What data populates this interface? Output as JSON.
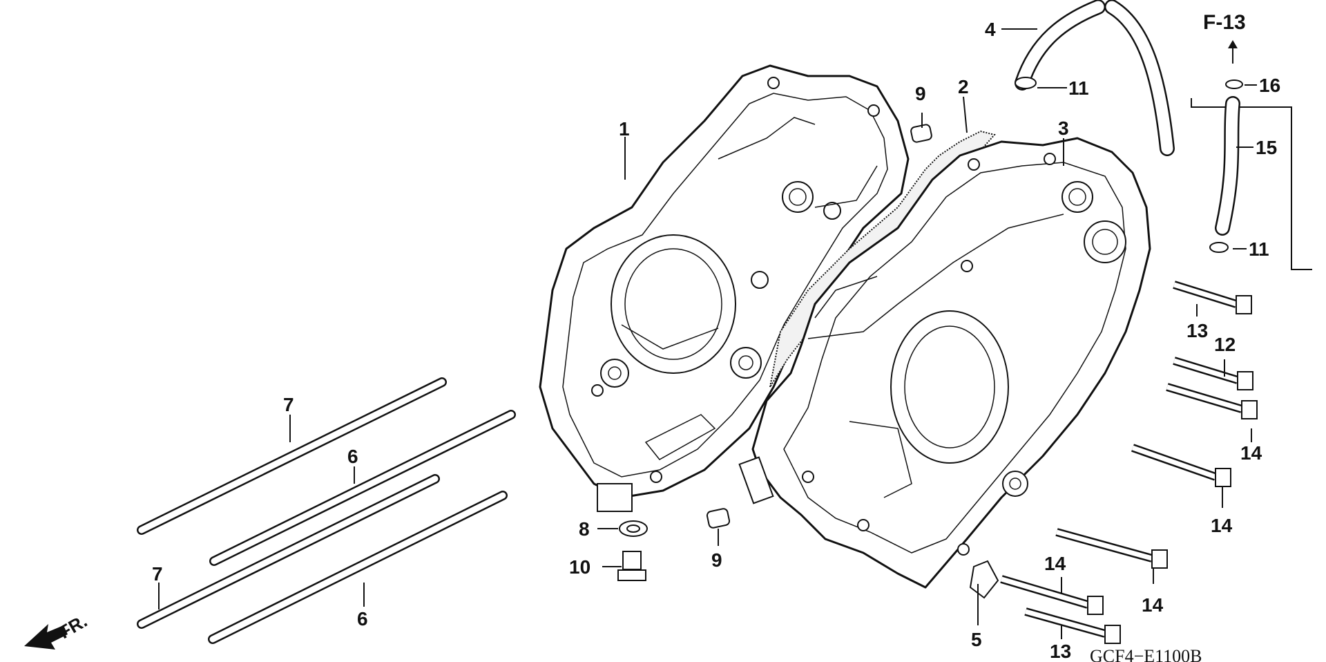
{
  "diagram": {
    "reference": "F-13",
    "drawing_code": "GCF4−E1100B",
    "direction_label": "FR.",
    "callouts": [
      "1",
      "2",
      "3",
      "4",
      "5",
      "6",
      "6",
      "7",
      "7",
      "8",
      "9",
      "9",
      "10",
      "11",
      "11",
      "12",
      "13",
      "13",
      "14",
      "14",
      "14",
      "14",
      "15",
      "16"
    ]
  }
}
